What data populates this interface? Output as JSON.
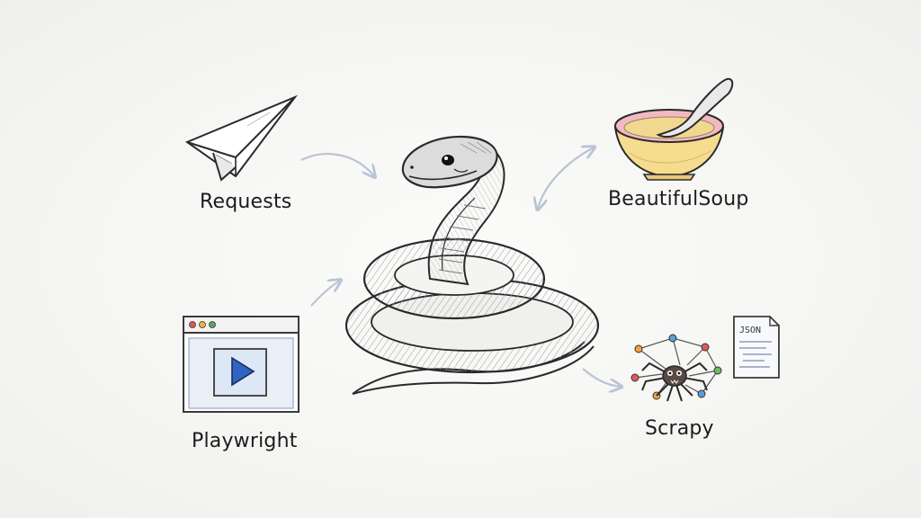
{
  "labels": {
    "requests": "Requests",
    "beautifulsoup": "BeautifulSoup",
    "playwright": "Playwright",
    "scrapy": "Scrapy"
  },
  "json_doc": {
    "label": "JSON"
  },
  "icons": {
    "requests": "paper-plane-icon",
    "beautifulsoup": "soup-bowl-icon",
    "playwright": "browser-play-icon",
    "scrapy": "spider-network-icon",
    "center": "python-snake-illustration",
    "json": "json-document-icon"
  },
  "colors": {
    "ink": "#2a2a2a",
    "arrow": "#b9c4d4",
    "play_blue": "#2f63c4",
    "window_fill": "#dde7f6",
    "soup_rim": "#f2b9c3",
    "soup_broth": "#f0d98f",
    "bowl": "#f6dc8e",
    "spider": "#5a4a44"
  }
}
